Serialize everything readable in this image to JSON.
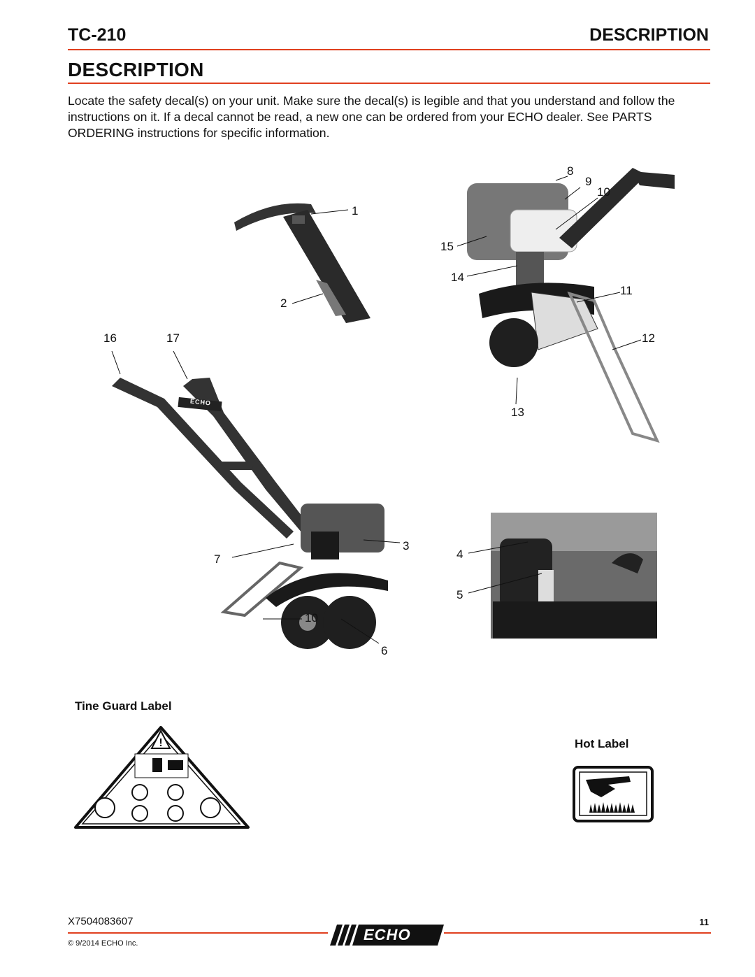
{
  "header": {
    "model": "TC-210",
    "section": "DESCRIPTION"
  },
  "title": "DESCRIPTION",
  "intro": "Locate the safety decal(s) on your unit. Make sure the decal(s) is legible and that you understand and follow the instructions on it. If a decal cannot be read, a new one can be ordered from your ECHO dealer. See PARTS ORDERING instructions for specific information.",
  "callouts": {
    "c1": "1",
    "c2": "2",
    "c3": "3",
    "c4": "4",
    "c5": "5",
    "c6": "6",
    "c7": "7",
    "c8": "8",
    "c9": "9",
    "c10": "10",
    "c10b": "10",
    "c11": "11",
    "c12": "12",
    "c13": "13",
    "c14": "14",
    "c15": "15",
    "c16": "16",
    "c17": "17"
  },
  "labels": {
    "tine_guard": "Tine Guard Label",
    "hot": "Hot Label"
  },
  "brand": {
    "handle_text": "ECHO",
    "logo_text": "ECHO"
  },
  "footer": {
    "code": "X7504083607",
    "page": "11",
    "copyright": "© 9/2014 ECHO Inc."
  },
  "colors": {
    "accent": "#e0401f",
    "ink": "#111111"
  },
  "icons": [
    "warning-triangle-icon",
    "hot-surface-icon",
    "echo-logo-icon"
  ]
}
